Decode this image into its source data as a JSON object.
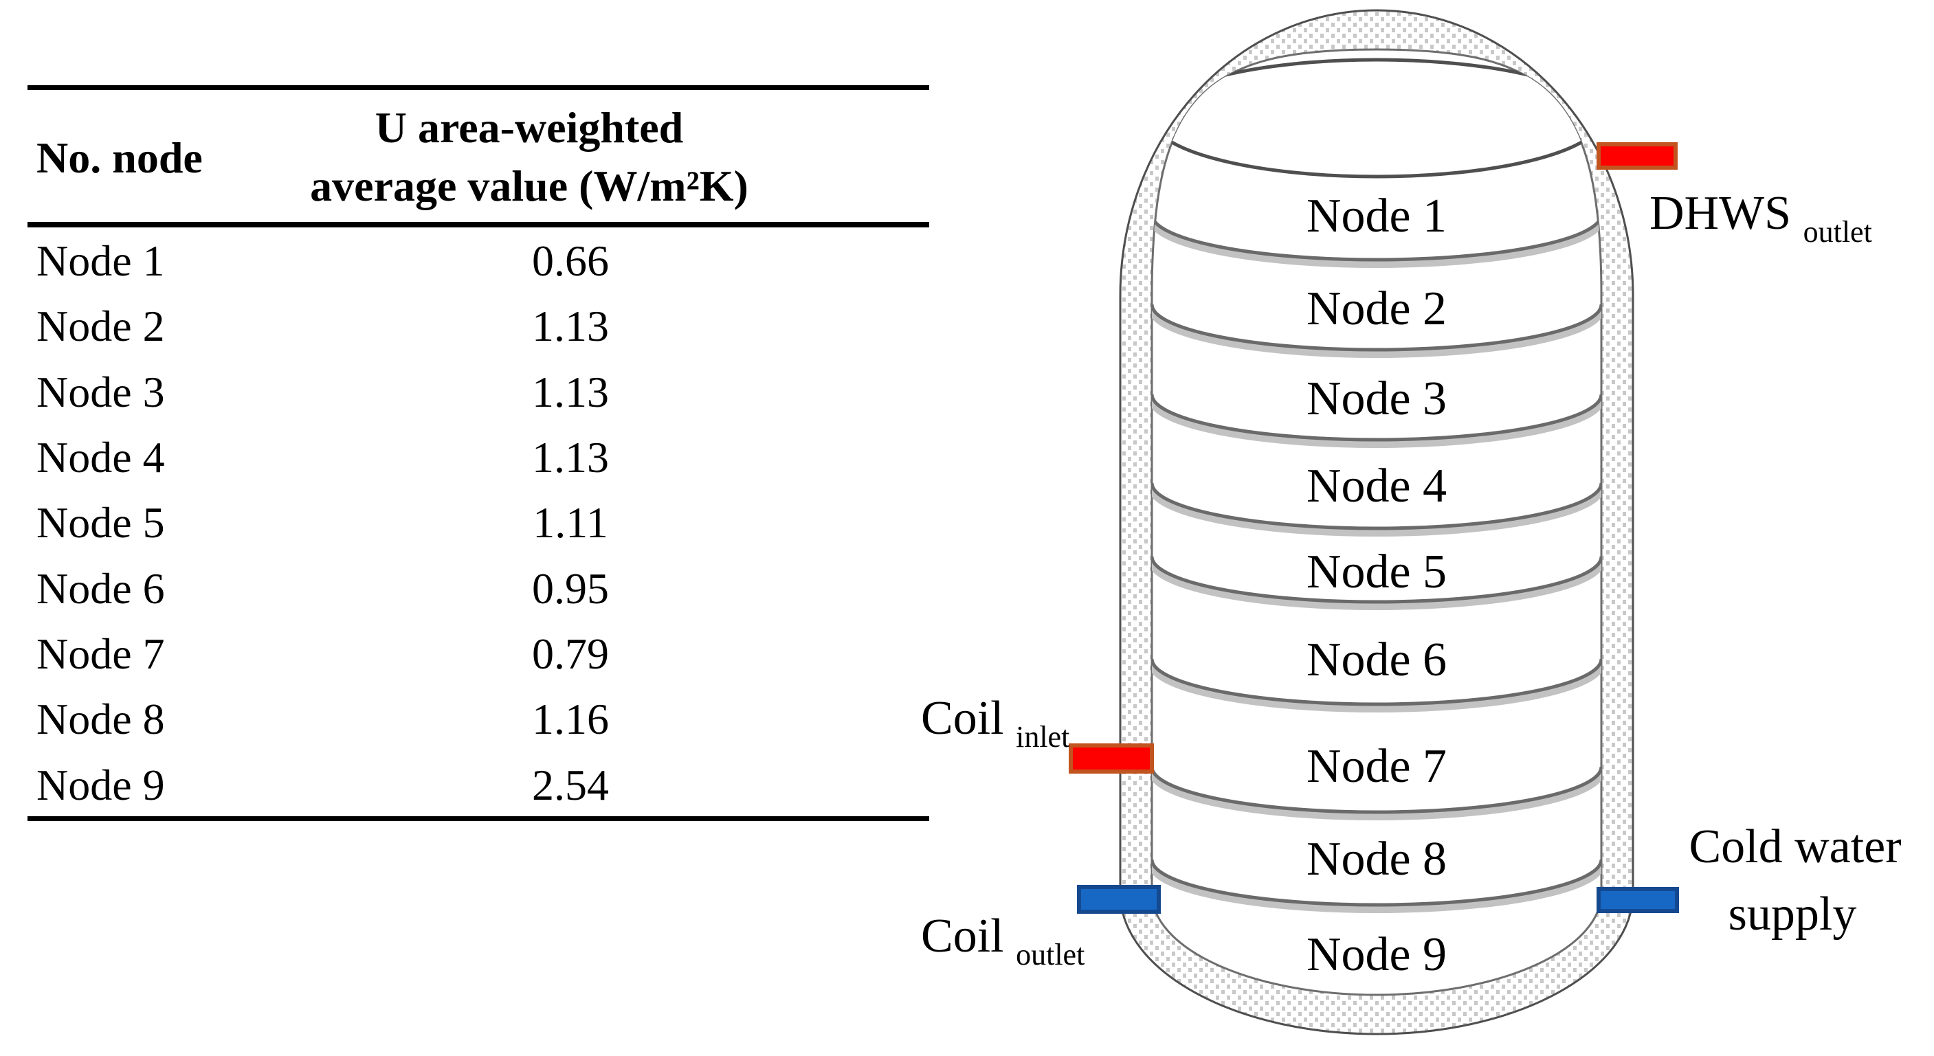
{
  "table": {
    "headers": {
      "col1": "No. node",
      "col2_line1": "U area-weighted",
      "col2_line2": "average value (W/m²K)"
    },
    "rows": [
      {
        "node": "Node 1",
        "value": "0.66"
      },
      {
        "node": "Node 2",
        "value": "1.13"
      },
      {
        "node": "Node 3",
        "value": "1.13"
      },
      {
        "node": "Node 4",
        "value": "1.13"
      },
      {
        "node": "Node 5",
        "value": "1.11"
      },
      {
        "node": "Node 6",
        "value": "0.95"
      },
      {
        "node": "Node 7",
        "value": "0.79"
      },
      {
        "node": "Node 8",
        "value": "1.16"
      },
      {
        "node": "Node 9",
        "value": "2.54"
      }
    ]
  },
  "diagram": {
    "nodes": [
      "Node 1",
      "Node 2",
      "Node 3",
      "Node 4",
      "Node 5",
      "Node 6",
      "Node 7",
      "Node 8",
      "Node 9"
    ],
    "ports": {
      "dhws_outlet": {
        "main": "DHWS",
        "sub": "outlet"
      },
      "coil_inlet": {
        "main": "Coil",
        "sub": "inlet"
      },
      "coil_outlet": {
        "main": "Coil",
        "sub": "outlet"
      },
      "cold_water_supply": {
        "line1": "Cold water",
        "line2": "supply"
      }
    },
    "colors": {
      "hot_fill": "#fe0000",
      "hot_border": "#c2541f",
      "cold_fill": "#1768c5",
      "cold_border": "#14498f"
    }
  }
}
